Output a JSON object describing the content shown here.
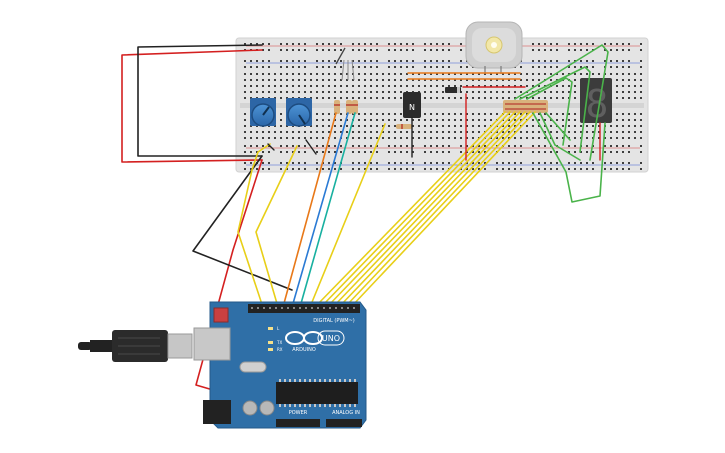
{
  "board": {
    "brand": "ARDUINO",
    "model": "UNO",
    "digital_header": "DIGITAL (PWM~)",
    "power_header": "POWER",
    "analog_header": "ANALOG IN",
    "led_tx": "TX",
    "led_rx": "RX",
    "led_l": "L",
    "brand_color": "#2f6fa7"
  },
  "transistor": {
    "label": "N"
  },
  "seven_segment": {
    "digit": "8"
  },
  "colors": {
    "red_wire": "#d42020",
    "black_wire": "#222222",
    "yellow_wire": "#e8cf18",
    "green_wire": "#4ab34a",
    "orange_wire": "#e87818",
    "blue_wire": "#2a7ad4",
    "teal_wire": "#18b0a0",
    "breadboard": "#e4e4e4"
  }
}
